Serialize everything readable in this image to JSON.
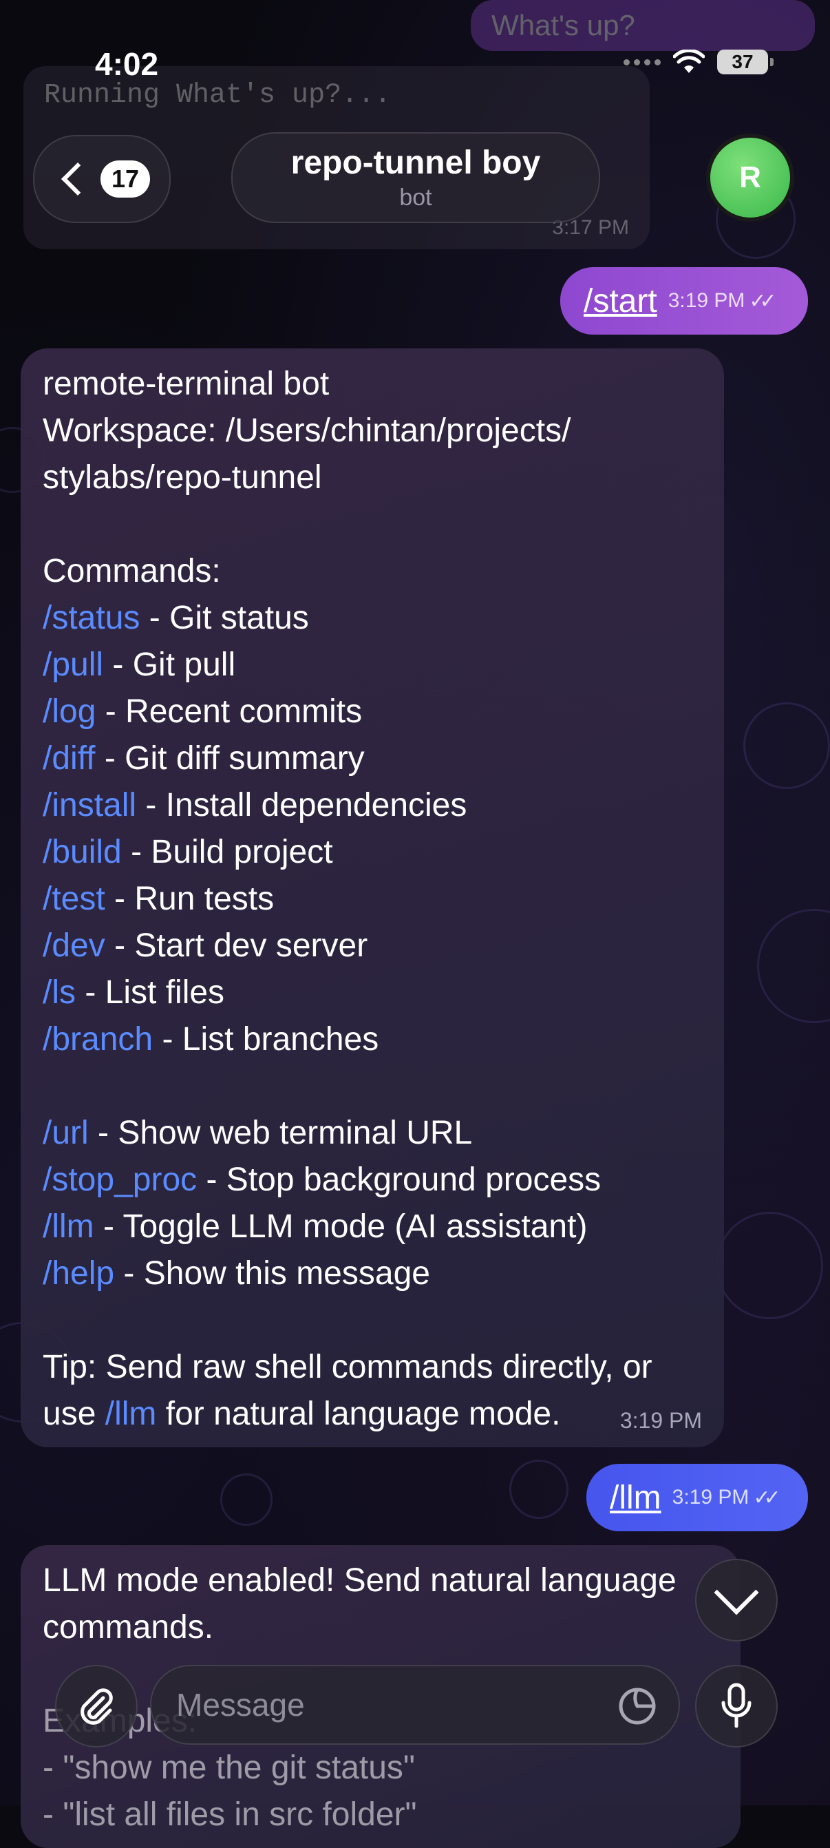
{
  "status_bar": {
    "time": "4:02",
    "battery": "37"
  },
  "header": {
    "back_badge": "17",
    "chat_name": "repo-tunnel boy",
    "chat_subtitle": "bot",
    "avatar_letter": "R"
  },
  "ghost_messages": {
    "top_right": "What's up?",
    "running": "Running What's up?...",
    "time": "3:17 PM"
  },
  "messages": [
    {
      "type": "out",
      "text": "/start",
      "time": "3:19 PM"
    },
    {
      "type": "in",
      "time": "3:19 PM",
      "lines": [
        {
          "text": "remote-terminal bot"
        },
        {
          "text": "Workspace: /Users/chintan/projects/"
        },
        {
          "text": "stylabs/repo-tunnel"
        },
        {
          "text": ""
        },
        {
          "text": "Commands:"
        },
        {
          "cmd": "/status",
          "text": " - Git status"
        },
        {
          "cmd": "/pull",
          "text": " - Git pull"
        },
        {
          "cmd": "/log",
          "text": " - Recent commits"
        },
        {
          "cmd": "/diff",
          "text": " - Git diff summary"
        },
        {
          "cmd": "/install",
          "text": " - Install dependencies"
        },
        {
          "cmd": "/build",
          "text": " - Build project"
        },
        {
          "cmd": "/test",
          "text": " - Run tests"
        },
        {
          "cmd": "/dev",
          "text": " - Start dev server"
        },
        {
          "cmd": "/ls",
          "text": " - List files"
        },
        {
          "cmd": "/branch",
          "text": " - List branches"
        },
        {
          "text": ""
        },
        {
          "cmd": "/url",
          "text": " - Show web terminal URL"
        },
        {
          "cmd": "/stop_proc",
          "text": " - Stop background process"
        },
        {
          "cmd": "/llm",
          "text": " - Toggle LLM mode (AI assistant)"
        },
        {
          "cmd": "/help",
          "text": " - Show this message"
        },
        {
          "text": ""
        },
        {
          "text": "Tip: Send raw shell commands directly, or"
        },
        {
          "pre": "use ",
          "cmd": "/llm",
          "text": " for natural language mode."
        }
      ]
    },
    {
      "type": "out",
      "text": "/llm",
      "time": "3:19 PM"
    },
    {
      "type": "in",
      "lines": [
        {
          "text": "LLM mode enabled! Send natural language"
        },
        {
          "text": "commands."
        },
        {
          "text": ""
        },
        {
          "text": "Examples:"
        },
        {
          "text": "- \"show me the git status\""
        },
        {
          "text": "- \"list all files in src folder\""
        }
      ]
    }
  ],
  "input": {
    "placeholder": "Message"
  },
  "colors": {
    "out_start": "#9b4fd6",
    "out_llm": "#4d5cf0",
    "command_link": "#5a8cff",
    "avatar": "#4cc95a"
  },
  "icons": [
    "back-chevron-icon",
    "paperclip-icon",
    "sticker-icon",
    "microphone-icon",
    "chevron-down-icon",
    "wifi-icon",
    "battery-icon",
    "read-ticks-icon"
  ]
}
